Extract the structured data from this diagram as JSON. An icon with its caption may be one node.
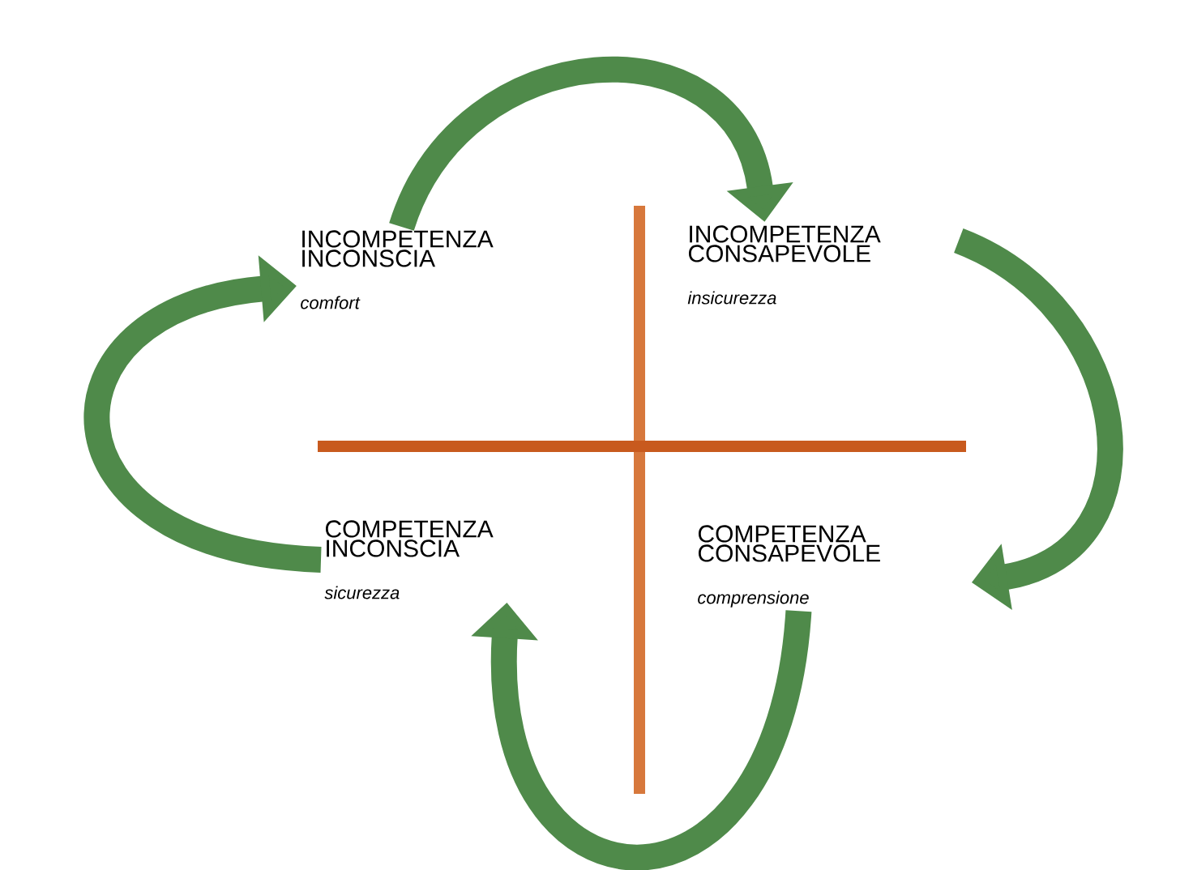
{
  "diagram": {
    "nodes": [
      {
        "text": [
          "INCOMPETENZA INCONSCIA",
          "comfort"
        ]
      },
      {
        "text": [
          "INCOMPETENZA CONSAPEVOLE",
          "insicurezza"
        ]
      },
      {
        "text": [
          "COMPETENZA INCONSCIA",
          "sicurezza"
        ]
      },
      {
        "text": [
          "COMPETENZA CONSAPEVOLE",
          "comprensione"
        ]
      }
    ],
    "edges": [
      {
        "from": 0,
        "to": 1,
        "arrow": "to"
      },
      {
        "from": 1,
        "to": 3,
        "arrow": "to"
      },
      {
        "from": 3,
        "to": 2,
        "arrow": "to"
      },
      {
        "from": 2,
        "to": 0,
        "arrow": "to"
      }
    ]
  }
}
